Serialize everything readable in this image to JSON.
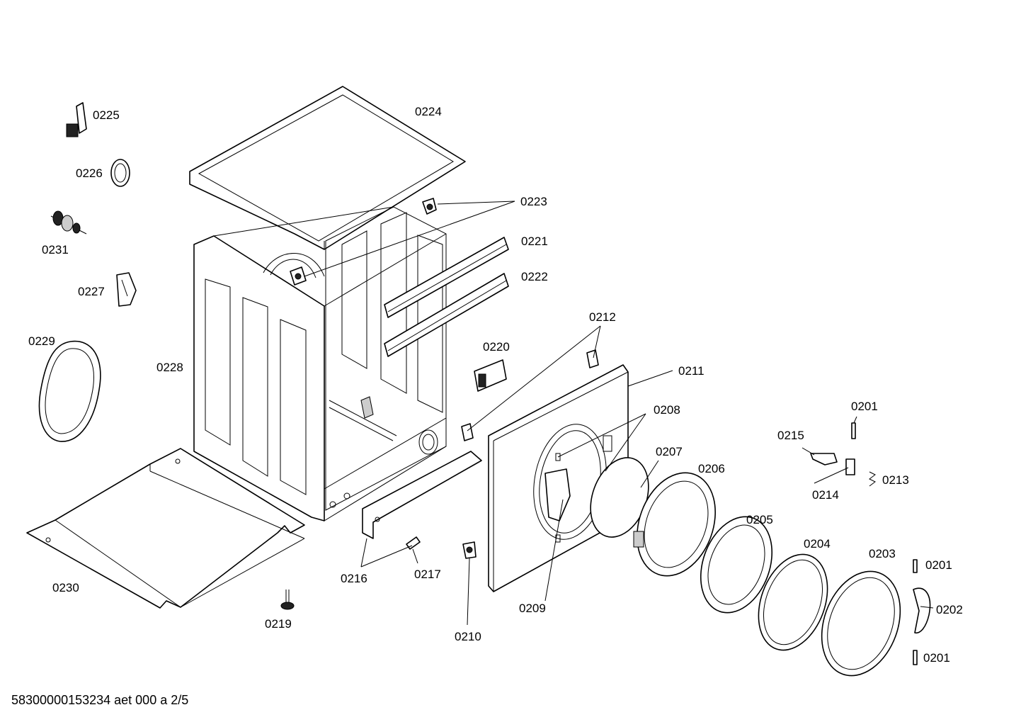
{
  "footer": {
    "document_code": "58300000153234 aet 000 a 2/5"
  },
  "labels": {
    "p0201a": "0201",
    "p0201b": "0201",
    "p0201c": "0201",
    "p0202": "0202",
    "p0203": "0203",
    "p0204": "0204",
    "p0205": "0205",
    "p0206": "0206",
    "p0207": "0207",
    "p0208": "0208",
    "p0209": "0209",
    "p0210": "0210",
    "p0211": "0211",
    "p0212": "0212",
    "p0213": "0213",
    "p0214": "0214",
    "p0215": "0215",
    "p0216": "0216",
    "p0217": "0217",
    "p0219": "0219",
    "p0220": "0220",
    "p0221": "0221",
    "p0222": "0222",
    "p0223": "0223",
    "p0224": "0224",
    "p0225": "0225",
    "p0226": "0226",
    "p0227": "0227",
    "p0228": "0228",
    "p0229": "0229",
    "p0230": "0230",
    "p0231": "0231"
  }
}
